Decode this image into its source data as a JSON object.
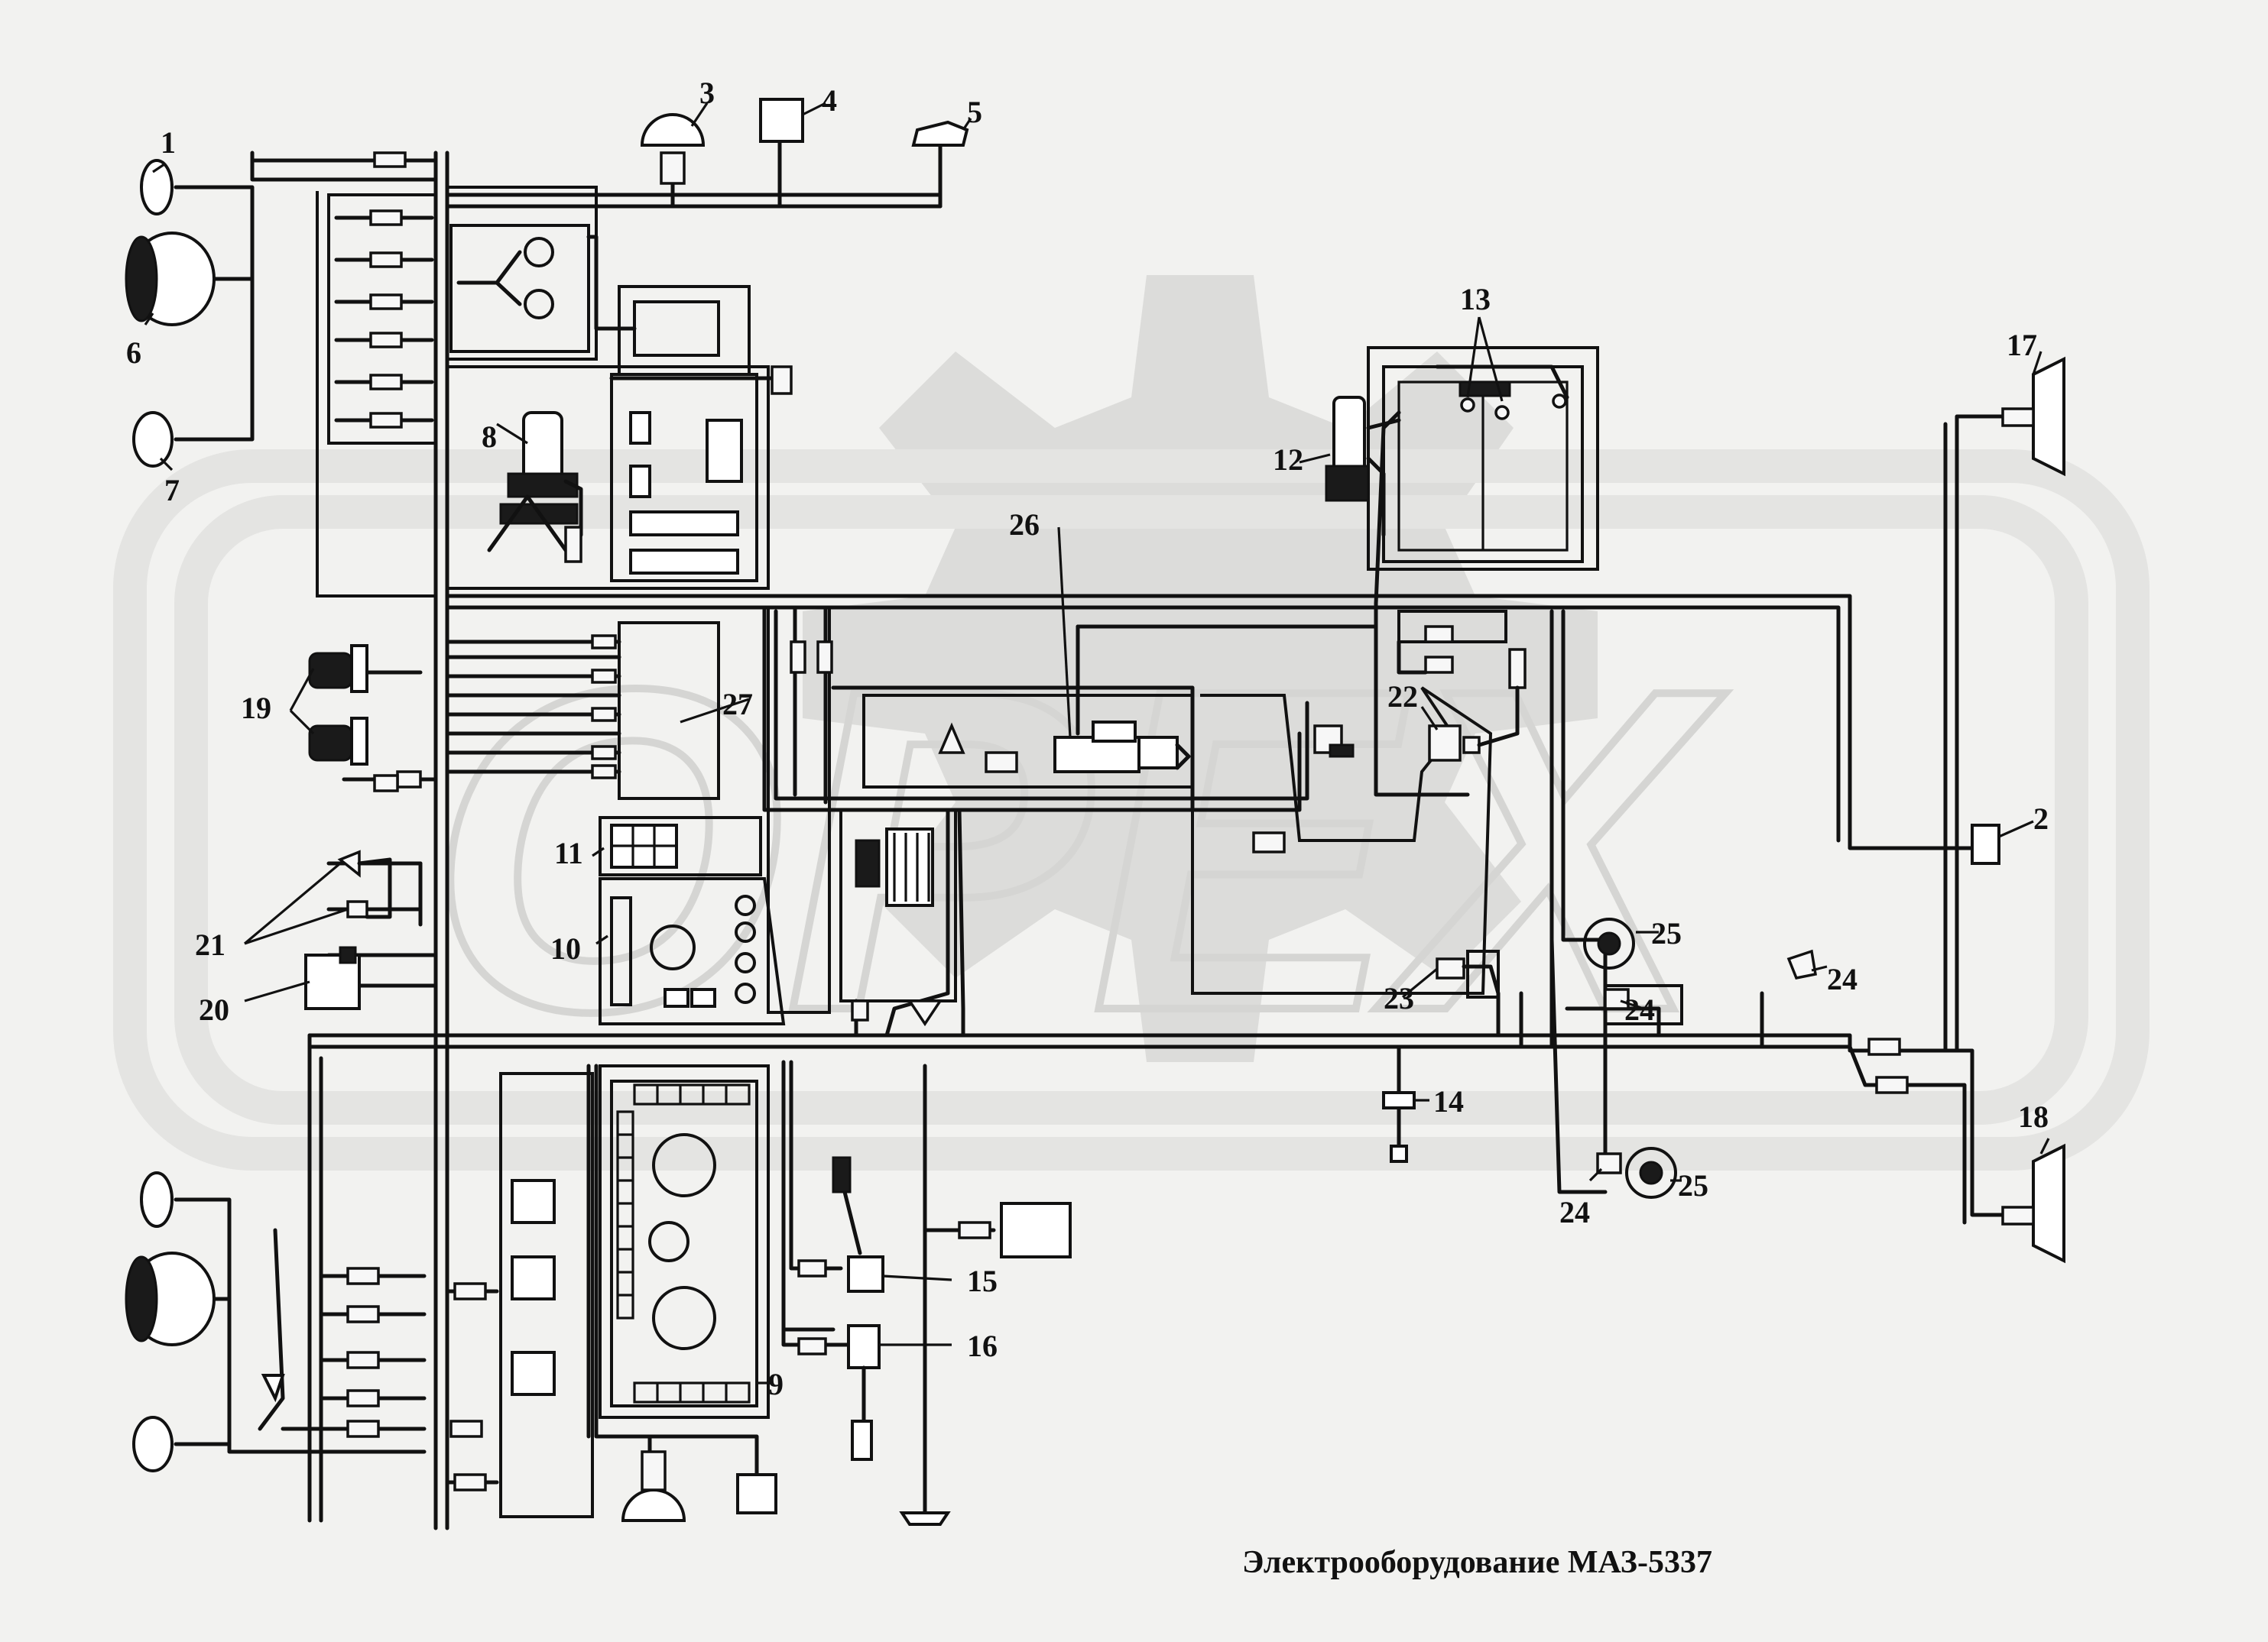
{
  "caption": "Электрооборудование МАЗ-5337",
  "watermark": "ОРЕХ",
  "colors": {
    "background": "#f2f2f0",
    "ink": "#111111",
    "watermark": "#d5d5d3"
  },
  "labels": {
    "l1": "1",
    "l2": "2",
    "l3": "3",
    "l4": "4",
    "l5": "5",
    "l6": "6",
    "l7": "7",
    "l8": "8",
    "l9": "9",
    "l10": "10",
    "l11": "11",
    "l12": "12",
    "l13": "13",
    "l14": "14",
    "l15": "15",
    "l16": "16",
    "l17": "17",
    "l18": "18",
    "l19": "19",
    "l20": "20",
    "l21": "21",
    "l22": "22",
    "l23": "23",
    "l24a": "24",
    "l24b": "24",
    "l24c": "24",
    "l25a": "25",
    "l25b": "25",
    "l26": "26",
    "l27": "27"
  }
}
